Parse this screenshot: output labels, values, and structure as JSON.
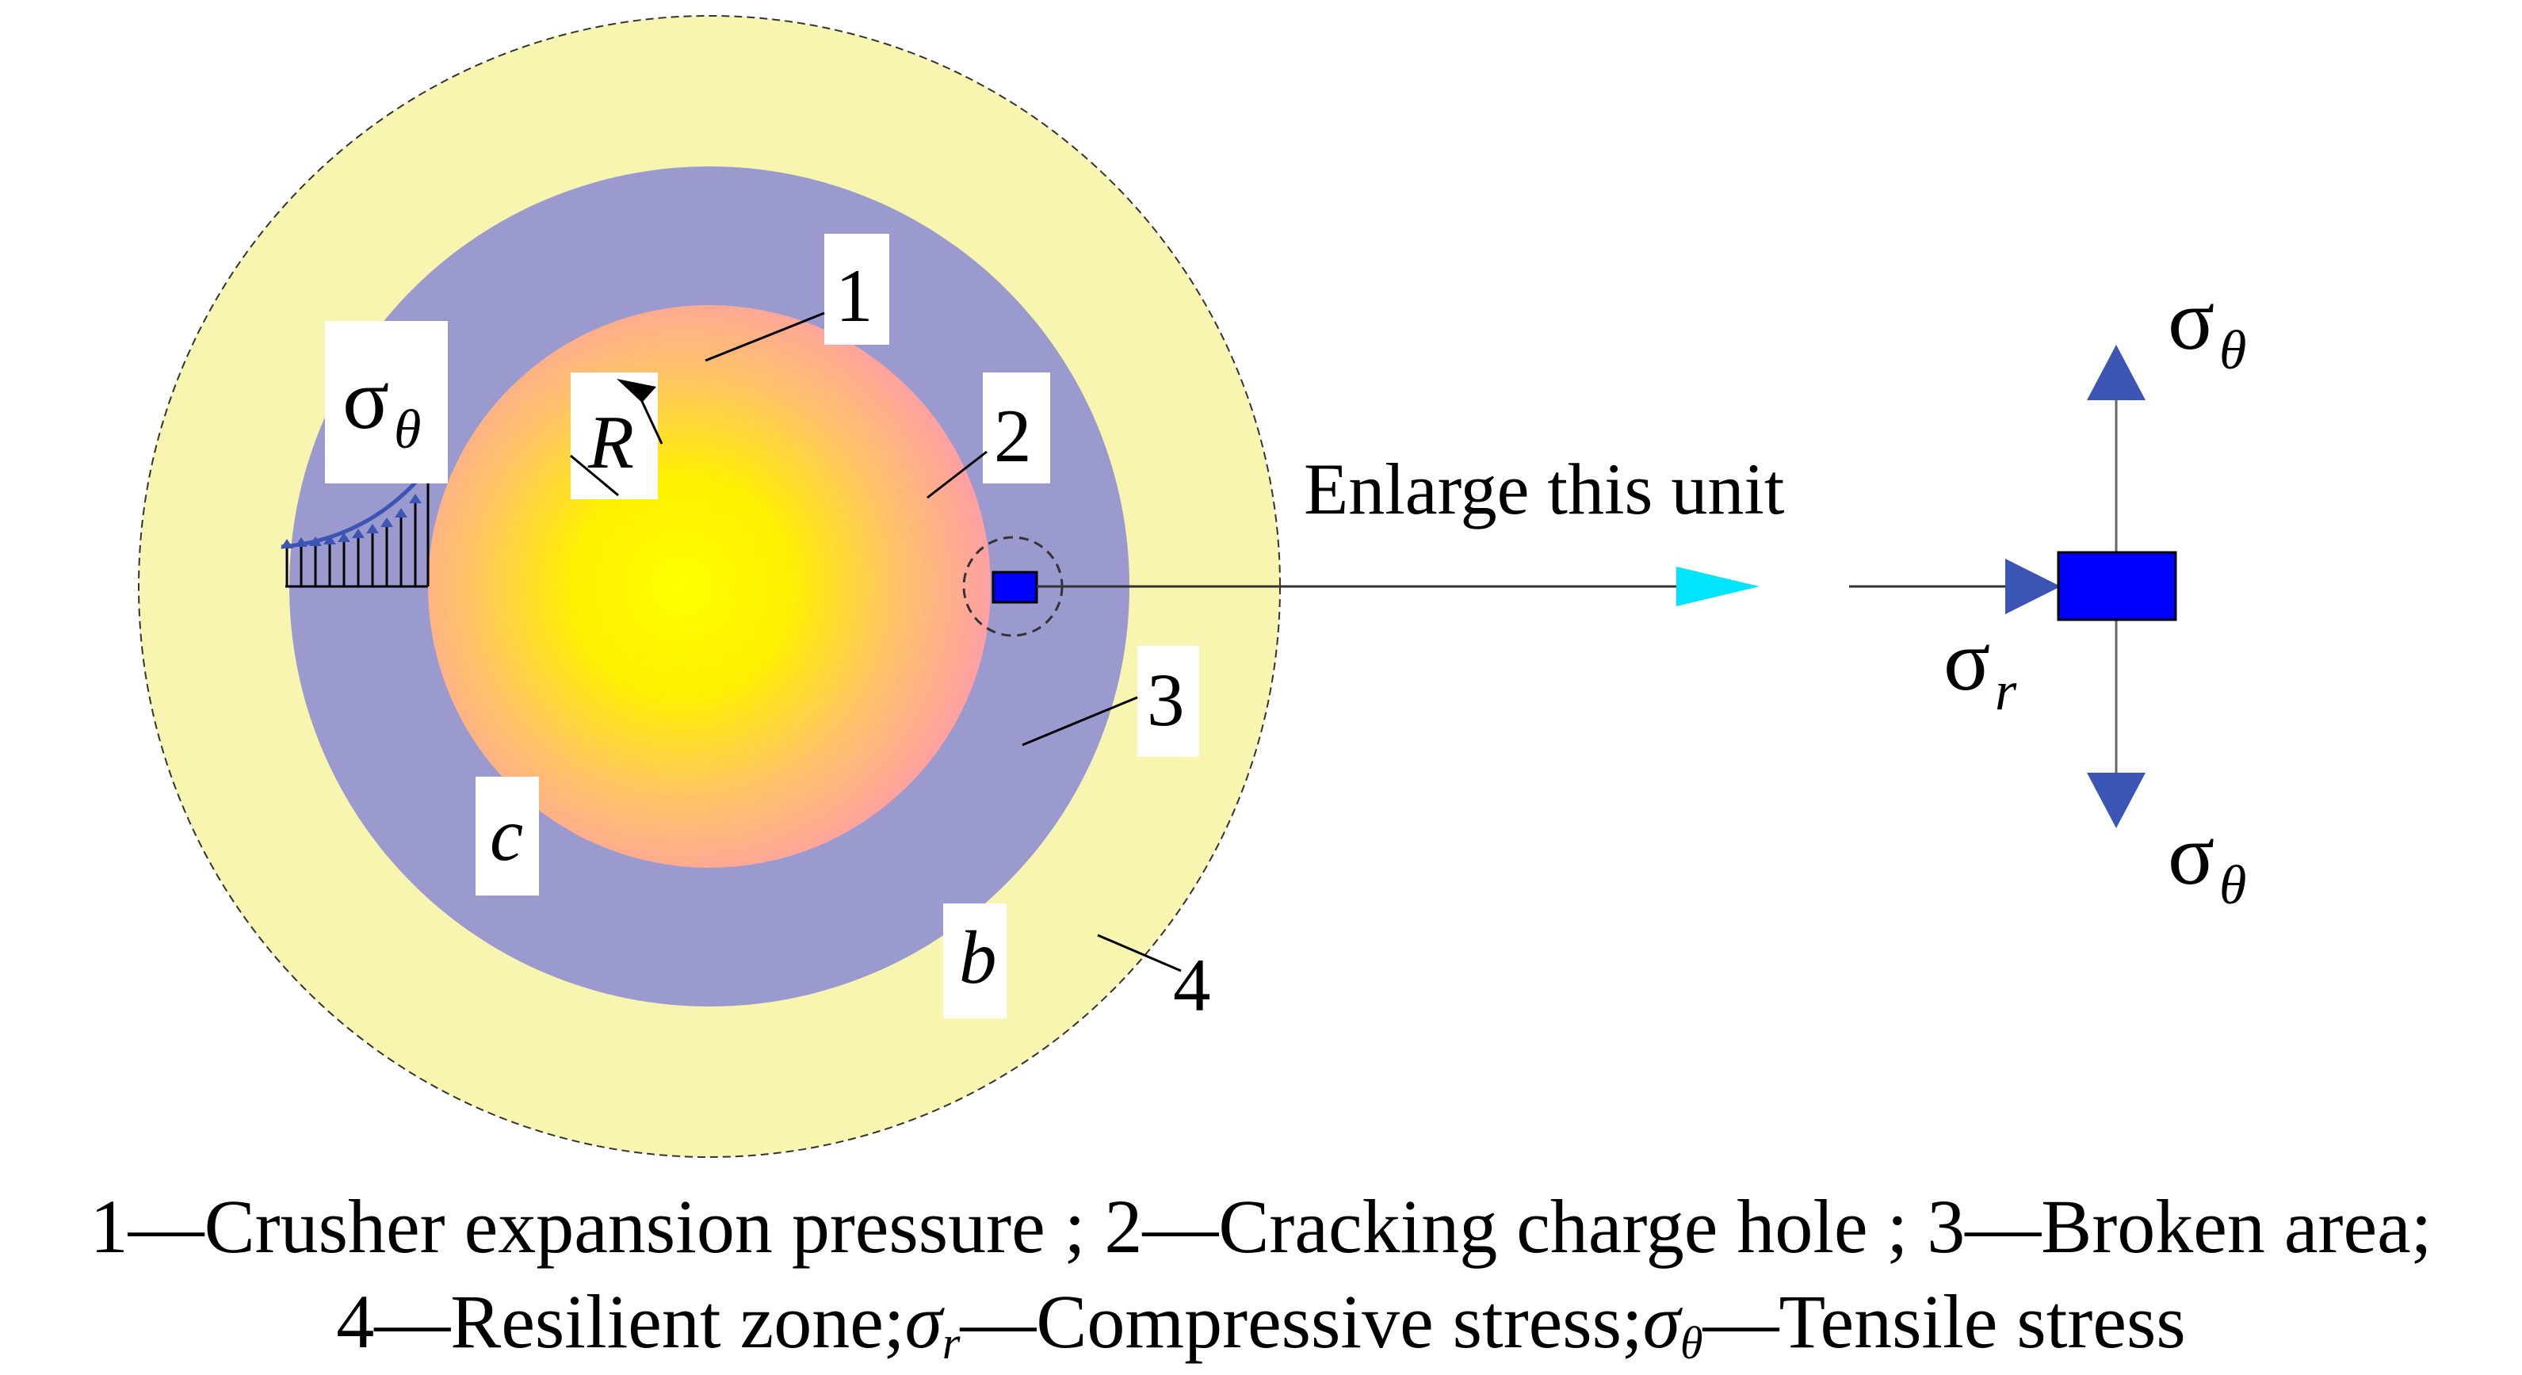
{
  "labels": {
    "n1": "1",
    "n2": "2",
    "n3": "3",
    "n4": "4",
    "R": "R",
    "c": "c",
    "b": "b",
    "sigma": "σ",
    "theta": "θ",
    "r": "r",
    "enlarge": "Enlarge this unit"
  },
  "caption": {
    "line1": "1—Crusher expansion pressure ; 2—Cracking charge hole ; 3—Broken area;",
    "line2_a": "4—Resilient zone;",
    "line2_sym_r": "σ",
    "line2_sub_r": "r",
    "line2_b": "—Compressive stress;",
    "line2_sym_t": "σ",
    "line2_sub_t": "θ",
    "line2_c": "—Tensile stress"
  },
  "colors": {
    "elastic_zone": "#f8f5b0",
    "broken_zone": "#9a9ace",
    "hole_center": "#ffff00",
    "hole_edge": "#ff9fa4",
    "unit": "#0000ff",
    "arrow": "#3a55b4",
    "cyan_arrow": "#00e5ff"
  }
}
